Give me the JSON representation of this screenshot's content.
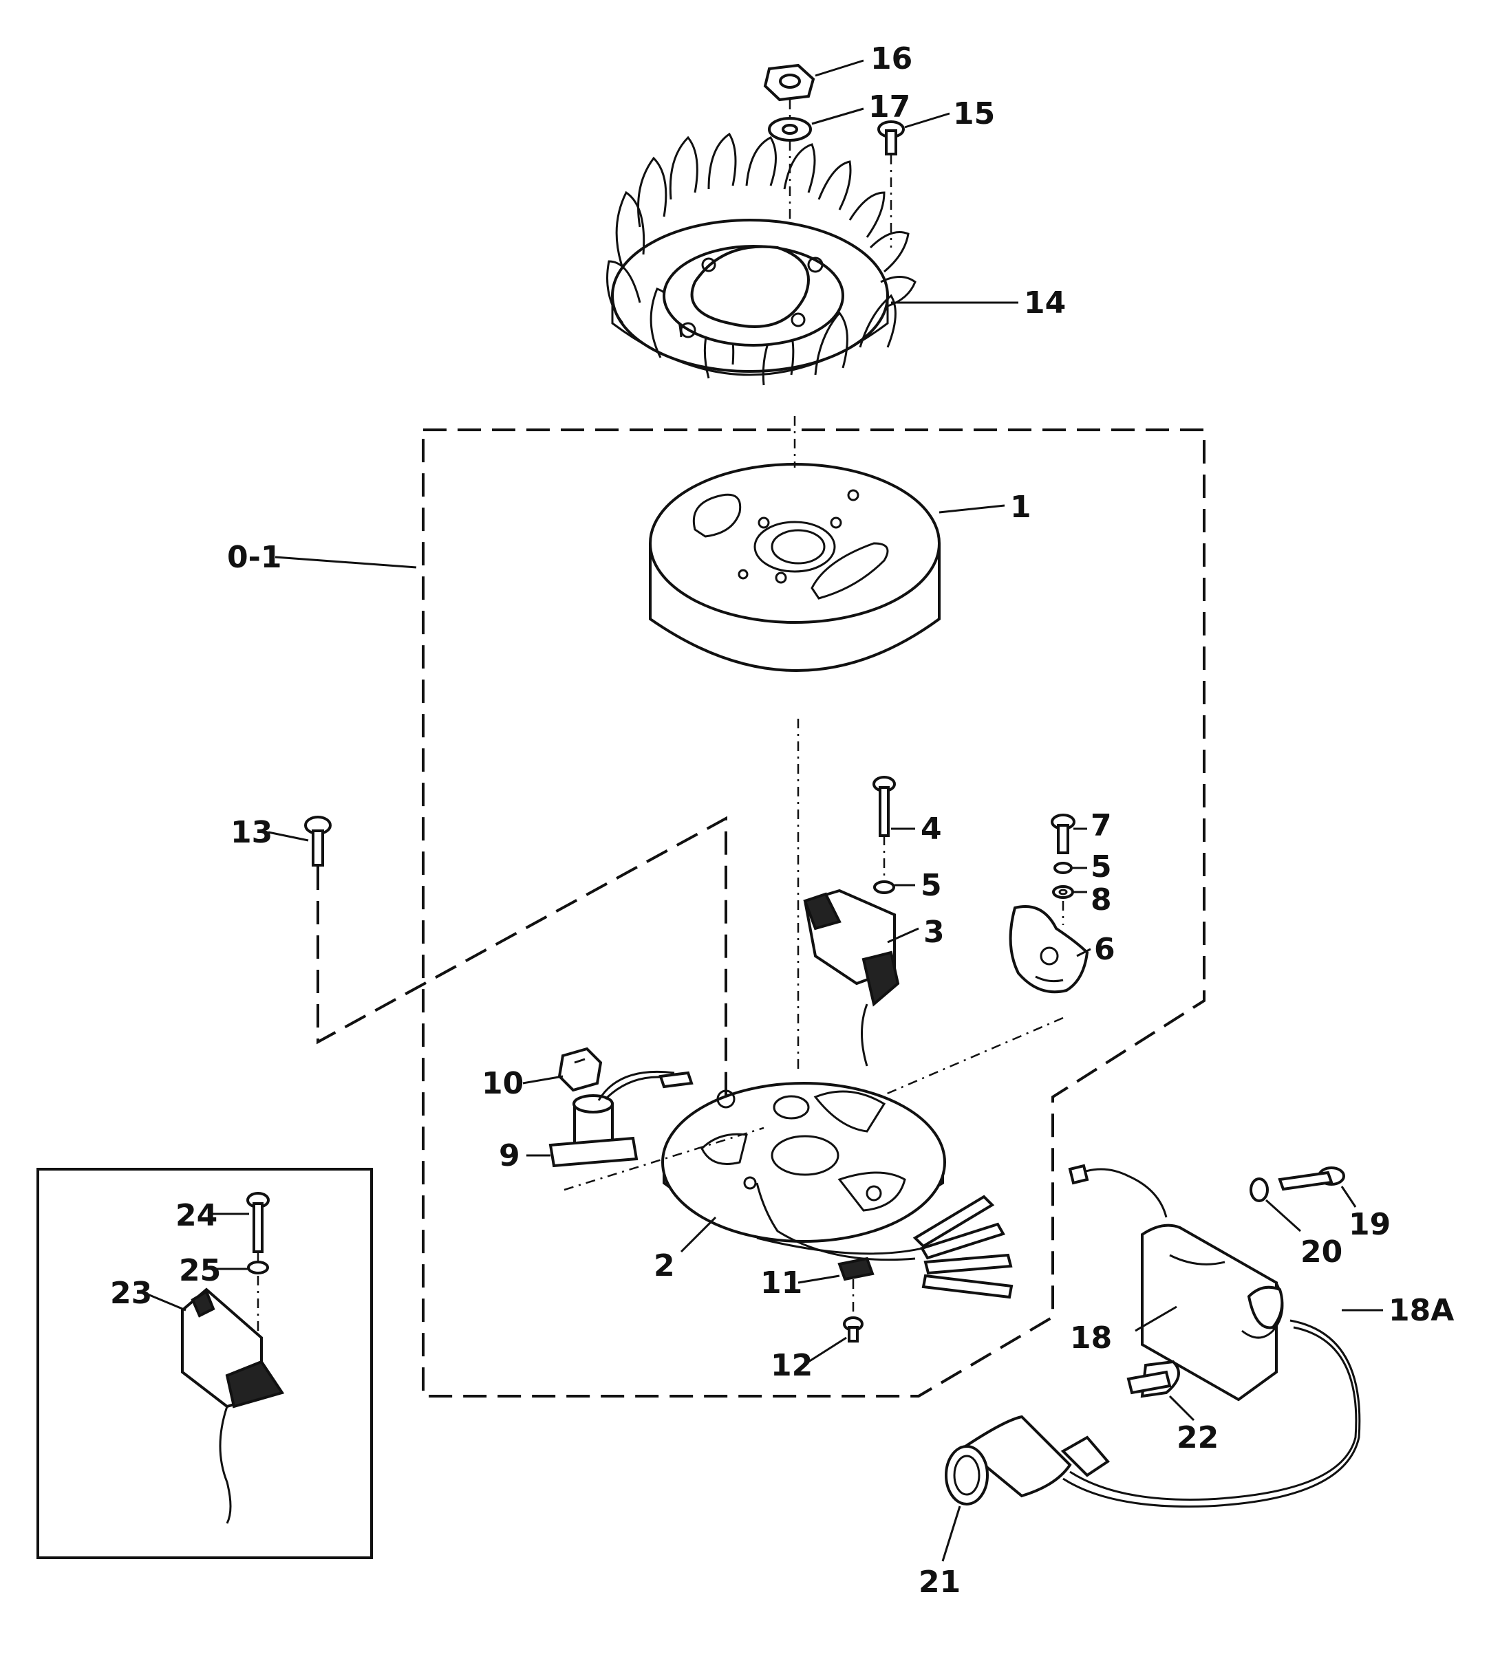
{
  "diagram": {
    "callouts": [
      {
        "id": "16",
        "label": "16"
      },
      {
        "id": "17",
        "label": "17"
      },
      {
        "id": "15",
        "label": "15"
      },
      {
        "id": "14",
        "label": "14"
      },
      {
        "id": "1",
        "label": "1"
      },
      {
        "id": "0-1",
        "label": "0-1"
      },
      {
        "id": "13",
        "label": "13"
      },
      {
        "id": "4",
        "label": "4"
      },
      {
        "id": "7",
        "label": "7"
      },
      {
        "id": "5a",
        "label": "5"
      },
      {
        "id": "5b",
        "label": "5"
      },
      {
        "id": "8",
        "label": "8"
      },
      {
        "id": "3",
        "label": "3"
      },
      {
        "id": "6",
        "label": "6"
      },
      {
        "id": "10",
        "label": "10"
      },
      {
        "id": "9",
        "label": "9"
      },
      {
        "id": "2",
        "label": "2"
      },
      {
        "id": "11",
        "label": "11"
      },
      {
        "id": "12",
        "label": "12"
      },
      {
        "id": "24",
        "label": "24"
      },
      {
        "id": "25",
        "label": "25"
      },
      {
        "id": "23",
        "label": "23"
      },
      {
        "id": "19",
        "label": "19"
      },
      {
        "id": "20",
        "label": "20"
      },
      {
        "id": "18A",
        "label": "18A"
      },
      {
        "id": "18",
        "label": "18"
      },
      {
        "id": "22",
        "label": "22"
      },
      {
        "id": "21",
        "label": "21"
      }
    ]
  }
}
